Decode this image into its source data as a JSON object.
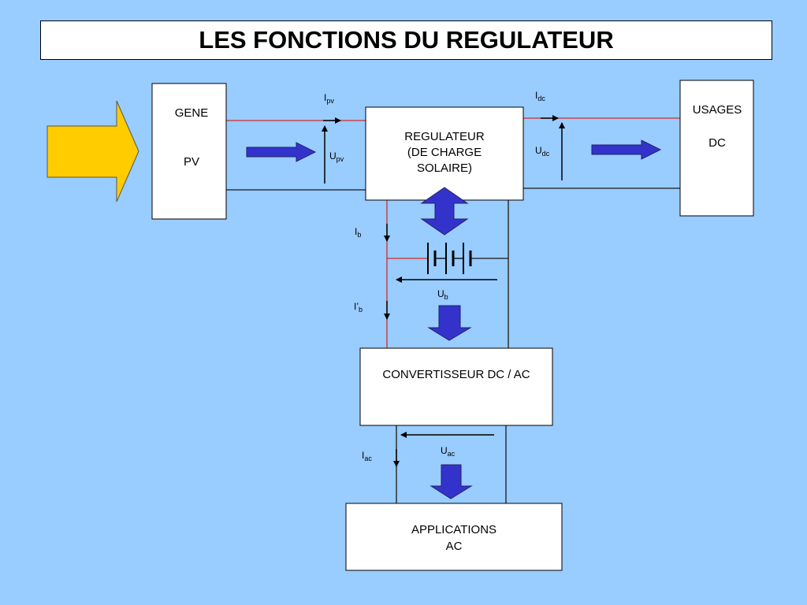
{
  "title": "LES FONCTIONS DU REGULATEUR",
  "colors": {
    "background": "#99ccff",
    "box_fill": "#ffffff",
    "wire_red": "#d42b2b",
    "wire_dark": "#1a1a1a",
    "flow_arrow": "#3333cc",
    "sun_arrow": "#ffcc00"
  },
  "blocks": {
    "gene_pv": {
      "line1": "GENE",
      "line2": "PV"
    },
    "regulateur": {
      "line1": "REGULATEUR",
      "line2": "(DE CHARGE",
      "line3": "SOLAIRE)"
    },
    "usages_dc": {
      "line1": "USAGES",
      "line2": "DC"
    },
    "convertisseur": {
      "line1": "CONVERTISSEUR DC / AC"
    },
    "applications_ac": {
      "line1": "APPLICATIONS",
      "line2": "AC"
    }
  },
  "labels": {
    "ipv": {
      "main": "I",
      "sub": "pv"
    },
    "upv": {
      "main": "U",
      "sub": "pv"
    },
    "idc": {
      "main": "I",
      "sub": "dc"
    },
    "udc": {
      "main": "U",
      "sub": "dc"
    },
    "ib": {
      "main": "I",
      "sub": "b"
    },
    "ub": {
      "main": "U",
      "sub": "b"
    },
    "ib_prime": {
      "main": "I’",
      "sub": "b"
    },
    "iac": {
      "main": "I",
      "sub": "ac"
    },
    "uac": {
      "main": "U",
      "sub": "ac"
    }
  }
}
